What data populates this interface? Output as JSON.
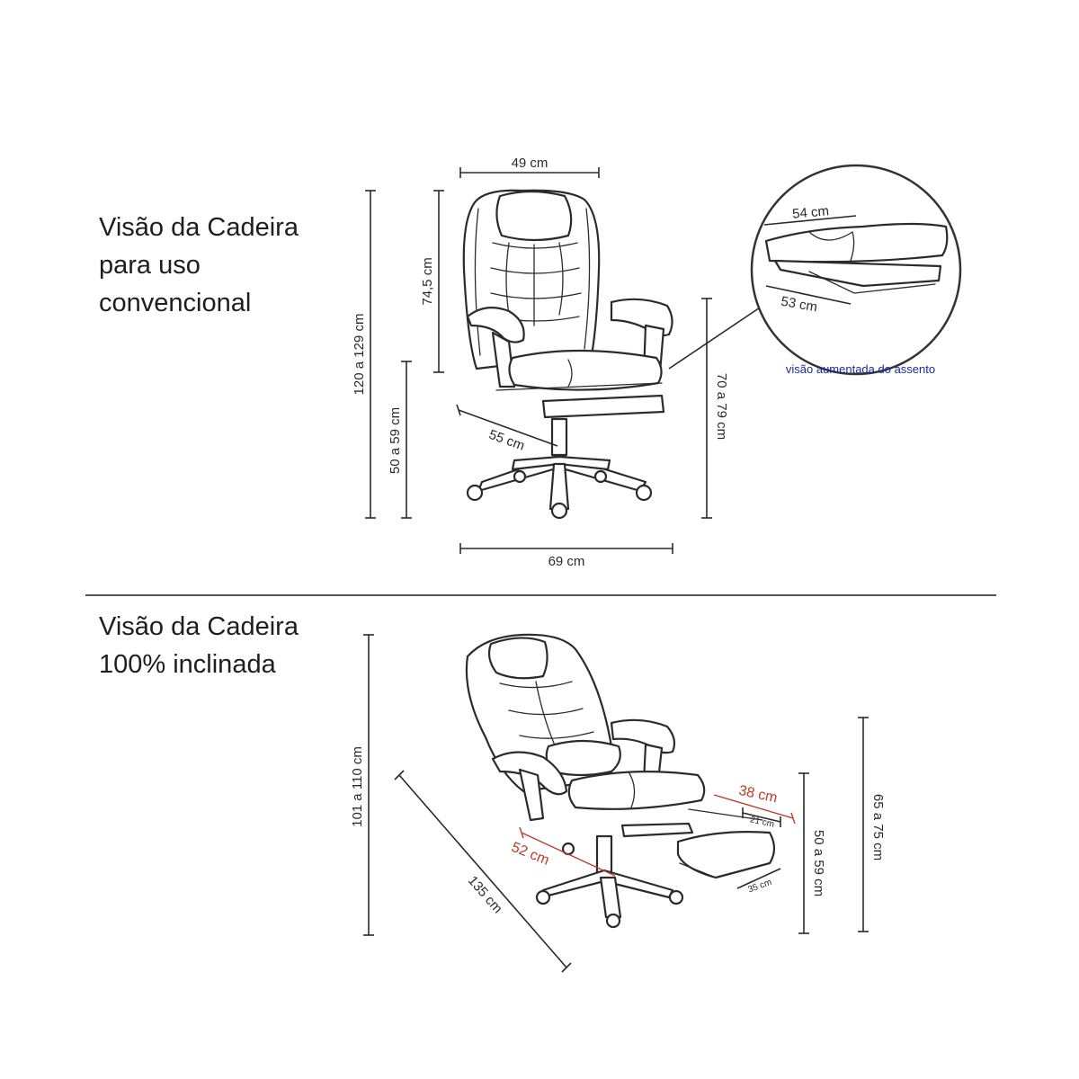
{
  "sections": {
    "conventional": {
      "heading_lines": [
        "Visão da Cadeira",
        "para uso",
        "convencional"
      ],
      "dims": {
        "width_top": "49 cm",
        "backrest_height": "74,5 cm",
        "total_height": "120 a 129 cm",
        "seat_height": "50 a 59 cm",
        "seat_depth": "55 cm",
        "armrest_height": "70 a 79 cm",
        "base_width": "69 cm"
      },
      "zoom": {
        "top_width": "54 cm",
        "bottom_width": "53 cm",
        "caption": "visão aumentada do assento"
      }
    },
    "reclined": {
      "heading_lines": [
        "Visão da Cadeira",
        "100% inclinada"
      ],
      "dims": {
        "total_height": "101 a 110 cm",
        "length": "135 cm",
        "seat_depth": "52 cm",
        "footrest_extension": "38 cm",
        "footrest_small": "21 cm",
        "footrest_pad": "35 cm",
        "seat_height": "50 a 59 cm",
        "armrest_height": "65 a 75 cm"
      }
    }
  },
  "colors": {
    "line": "#2a2a2a",
    "accent_red": "#c0392b",
    "caption_blue": "#1a2aa0",
    "divider": "#555555"
  }
}
